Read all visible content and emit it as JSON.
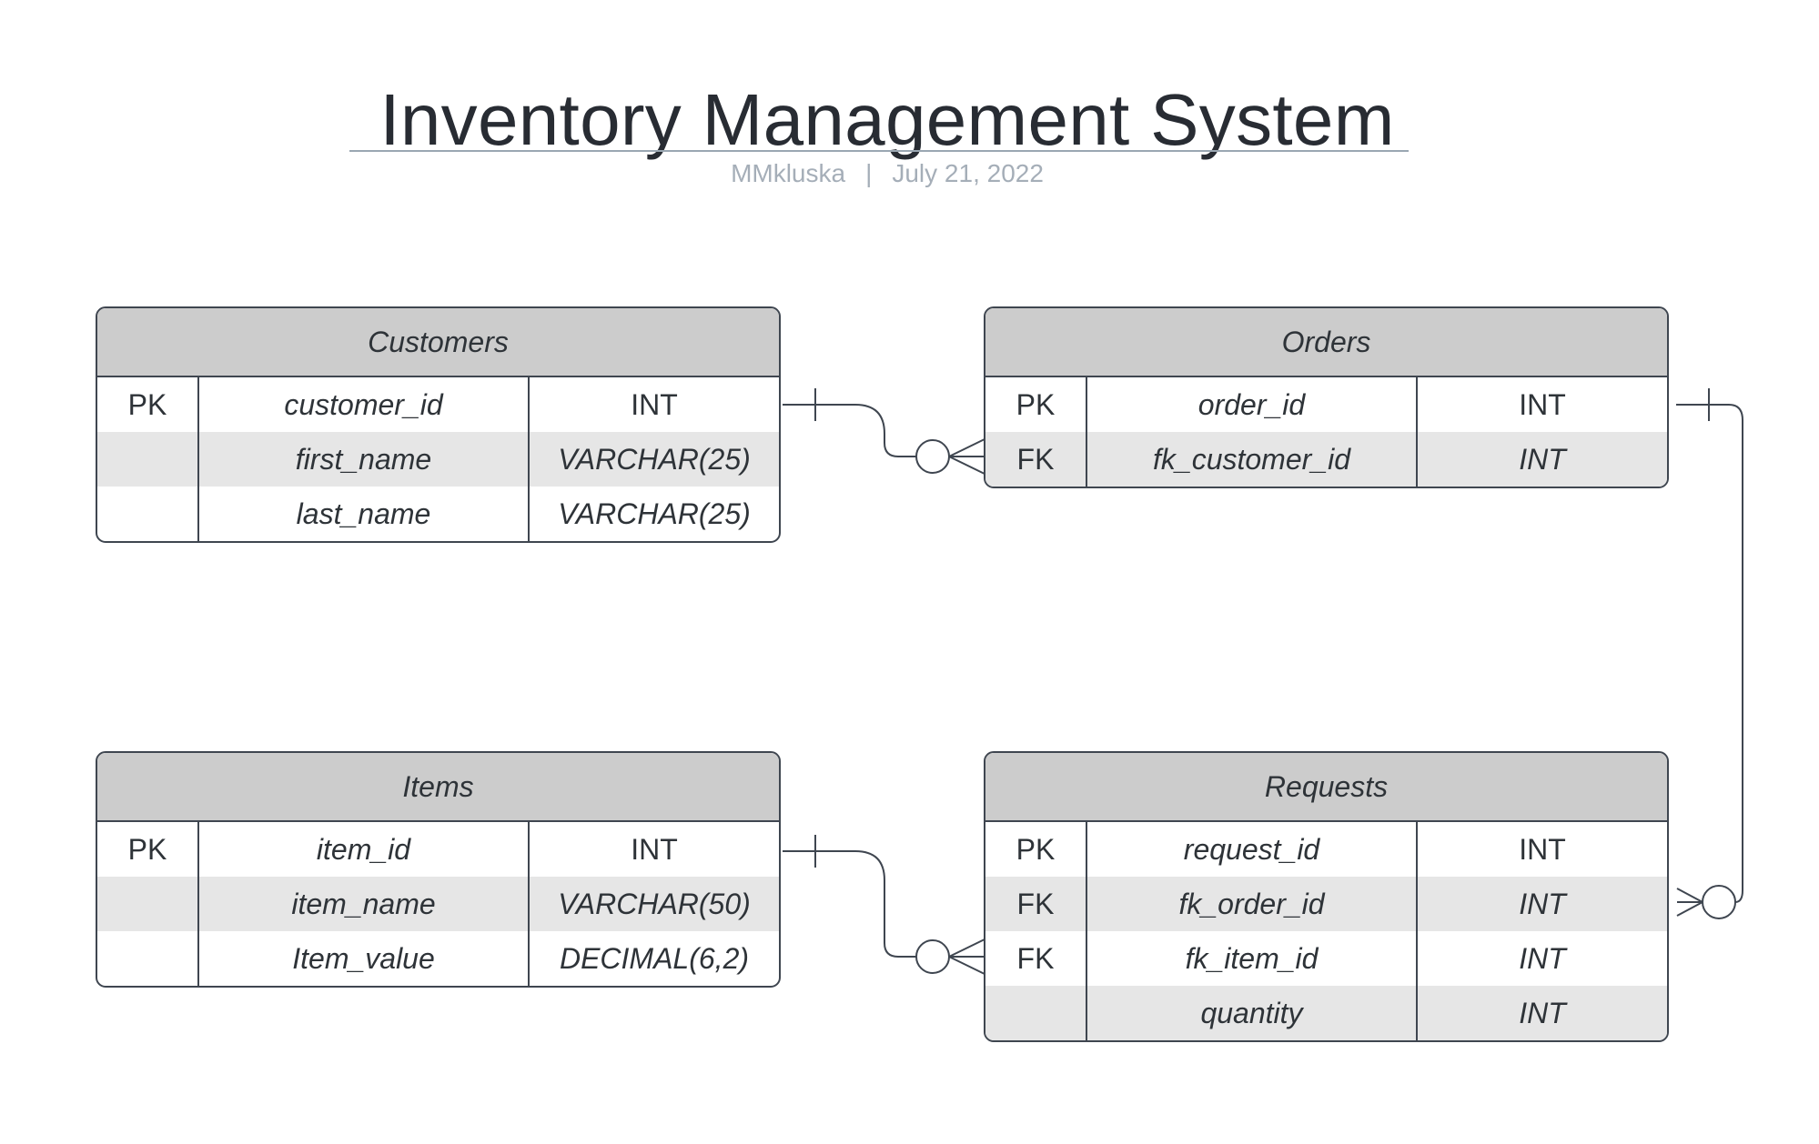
{
  "title": "Inventory Management System",
  "subtitle": {
    "author": "MMkluska",
    "separator": "|",
    "date": "July 21, 2022"
  },
  "colors": {
    "header_fill": "#cccccc",
    "alt_row_fill": "#e6e6e6",
    "border": "#3f4650",
    "line": "#3f4650",
    "subtitle": "#a5aeb8"
  },
  "entities": {
    "customers": {
      "name": "Customers",
      "rows": [
        {
          "key": "PK",
          "field": "customer_id",
          "type": "INT"
        },
        {
          "key": "",
          "field": "first_name",
          "type": "VARCHAR(25)"
        },
        {
          "key": "",
          "field": "last_name",
          "type": "VARCHAR(25)"
        }
      ]
    },
    "orders": {
      "name": "Orders",
      "rows": [
        {
          "key": "PK",
          "field": "order_id",
          "type": "INT"
        },
        {
          "key": "FK",
          "field": "fk_customer_id",
          "type": "INT"
        }
      ]
    },
    "items": {
      "name": "Items",
      "rows": [
        {
          "key": "PK",
          "field": "item_id",
          "type": "INT"
        },
        {
          "key": "",
          "field": "item_name",
          "type": "VARCHAR(50)"
        },
        {
          "key": "",
          "field": "Item_value",
          "type": "DECIMAL(6,2)"
        }
      ]
    },
    "requests": {
      "name": "Requests",
      "rows": [
        {
          "key": "PK",
          "field": "request_id",
          "type": "INT"
        },
        {
          "key": "FK",
          "field": "fk_order_id",
          "type": "INT"
        },
        {
          "key": "FK",
          "field": "fk_item_id",
          "type": "INT"
        },
        {
          "key": "",
          "field": "quantity",
          "type": "INT"
        }
      ]
    }
  },
  "relationships": [
    {
      "from": "Customers.customer_id",
      "to": "Orders.fk_customer_id",
      "from_end": "one",
      "to_end": "zero-or-many"
    },
    {
      "from": "Orders.order_id",
      "to": "Requests.fk_order_id",
      "from_end": "one",
      "to_end": "zero-or-many"
    },
    {
      "from": "Items.item_id",
      "to": "Requests.fk_item_id",
      "from_end": "one",
      "to_end": "zero-or-many"
    }
  ]
}
